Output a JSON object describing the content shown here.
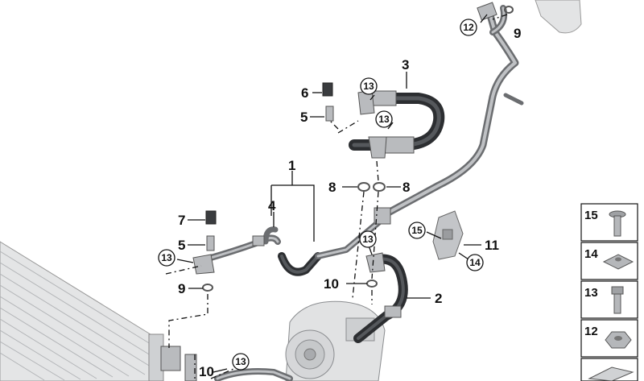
{
  "callouts": {
    "c1": "1",
    "c2": "2",
    "c3": "3",
    "c4": "4",
    "c5a": "5",
    "c5b": "5",
    "c6": "6",
    "c7": "7",
    "c8a": "8",
    "c8b": "8",
    "c9a": "9",
    "c9b": "9",
    "c10a": "10",
    "c10b": "10",
    "c11": "11",
    "c12": "12",
    "c13a": "13",
    "c13b": "13",
    "c13c": "13",
    "c13d": "13",
    "c13e": "13",
    "c14": "14",
    "c15": "15"
  },
  "legend": [
    {
      "number": "15",
      "icon": "bolt-icon"
    },
    {
      "number": "14",
      "icon": "square-nut-icon"
    },
    {
      "number": "13",
      "icon": "hex-bolt-icon"
    },
    {
      "number": "12",
      "icon": "hex-nut-icon"
    },
    {
      "number": "",
      "icon": "tape-icon"
    }
  ],
  "colors": {
    "pipe": "#6b6d70",
    "hose": "#2c2e31",
    "label": "#111111"
  }
}
